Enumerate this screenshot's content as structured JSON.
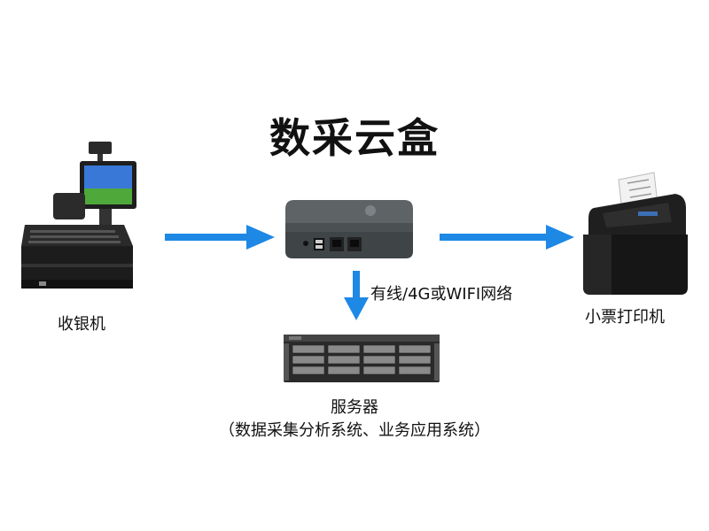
{
  "diagram": {
    "title": "数采云盒",
    "nodes": {
      "pos": {
        "label": "收银机"
      },
      "printer": {
        "label": "小票打印机"
      },
      "server": {
        "label": "服务器",
        "sublabel": "（数据采集分析系统、业务应用系统）"
      }
    },
    "edges": {
      "down": {
        "label": "有线/4G或WIFI网络"
      }
    },
    "colors": {
      "arrow": "#1e88e5"
    }
  }
}
